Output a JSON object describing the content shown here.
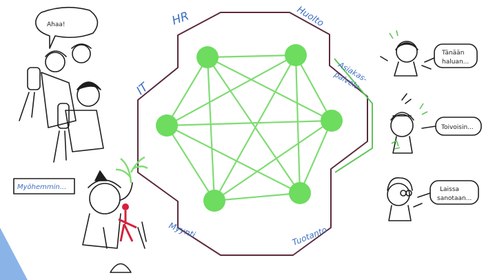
{
  "diagram": {
    "departments": {
      "hr": "HR",
      "huolto": "Huolto",
      "asiakaspalvelu_line1": "Asiakas-",
      "asiakaspalvelu_line2": "palvelu",
      "it": "IT",
      "myynti": "Myynti",
      "tuotanto": "Tuotanto"
    },
    "nodes": [
      "n1",
      "n2",
      "n3",
      "n4",
      "n5",
      "n6"
    ],
    "edges": [
      [
        "n1",
        "n2"
      ],
      [
        "n1",
        "n3"
      ],
      [
        "n1",
        "n4"
      ],
      [
        "n1",
        "n5"
      ],
      [
        "n1",
        "n6"
      ],
      [
        "n2",
        "n3"
      ],
      [
        "n2",
        "n4"
      ],
      [
        "n2",
        "n5"
      ],
      [
        "n2",
        "n6"
      ],
      [
        "n3",
        "n4"
      ],
      [
        "n3",
        "n5"
      ],
      [
        "n3",
        "n6"
      ],
      [
        "n4",
        "n5"
      ],
      [
        "n4",
        "n6"
      ],
      [
        "n5",
        "n6"
      ]
    ],
    "colors": {
      "node": "#6ddc5f",
      "edge": "#7fdc72",
      "outline": "#5a2a3c",
      "label": "#3d6fc2",
      "accent_line": "#5fc45a",
      "corner": "#8ab4e8",
      "figure_red": "#d4233a"
    }
  },
  "left_scene": {
    "speech_bubble": "Ahaa!",
    "sign_text": "Myöhemmin..."
  },
  "right_scene": {
    "bubble_top_line1": "Tänään",
    "bubble_top_line2": "haluan...",
    "bubble_middle": "Toivoisin...",
    "bubble_bottom_line1": "Laissa",
    "bubble_bottom_line2": "sanotaan..."
  }
}
